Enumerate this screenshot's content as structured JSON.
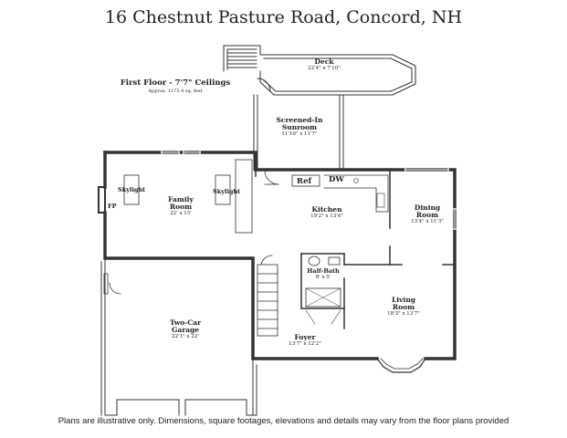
{
  "title": "16 Chestnut Pasture Road, Concord, NH",
  "floor": {
    "name": "First Floor - 7'7\" Ceilings",
    "area": "Approx. 1175.4 sq. feet"
  },
  "rooms": {
    "deck": {
      "name": "Deck",
      "dims": "22'4\" x 7'10\""
    },
    "sunroom": {
      "name_line1": "Screened-In",
      "name_line2": "Sunroom",
      "dims": "11'10\" x 11'7\""
    },
    "family": {
      "name_line1": "Family",
      "name_line2": "Room",
      "dims": "22' x 15'"
    },
    "kitchen": {
      "name": "Kitchen",
      "dims": "19'2\" x 13'4\""
    },
    "dining": {
      "name_line1": "Dining",
      "name_line2": "Room",
      "dims": "13'4\" x 11'3\""
    },
    "halfbath": {
      "name": "Half-Bath",
      "dims": "8' x 5'"
    },
    "living": {
      "name_line1": "Living",
      "name_line2": "Room",
      "dims": "18'3\" x 13'7\""
    },
    "garage": {
      "name_line1": "Two-Car",
      "name_line2": "Garage",
      "dims": "22'1\" x 22'"
    },
    "foyer": {
      "name": "Foyer",
      "dims": "13'7\" x 12'2\""
    }
  },
  "labels": {
    "skylight": "Skylight",
    "fp": "FP",
    "ref": "Ref",
    "dw": "DW"
  },
  "footer": "Plans are illustrative only. Dimensions, square footages, elevations and details may vary from the floor plans provided"
}
